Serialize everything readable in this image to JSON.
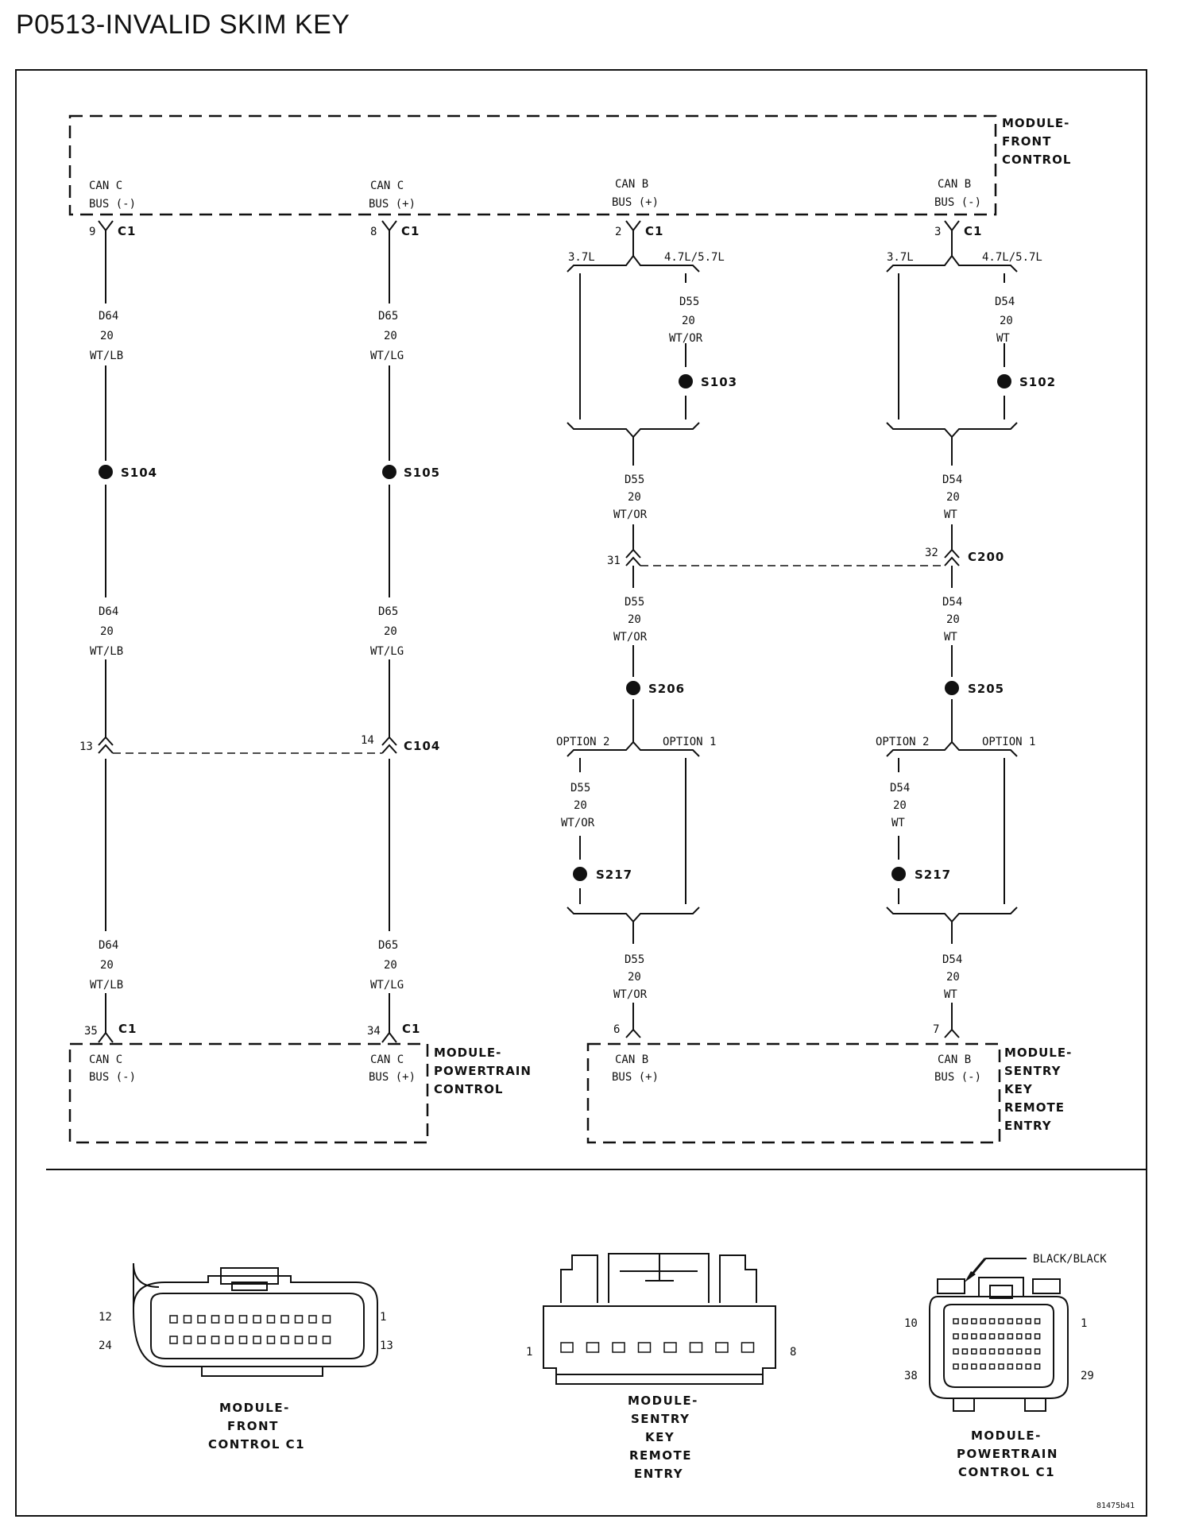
{
  "title": "P0513-INVALID SKIM KEY",
  "figure_code": "81475b41",
  "modules": {
    "front_control": {
      "line1": "MODULE-",
      "line2": "FRONT",
      "line3": "CONTROL"
    },
    "powertrain": {
      "line1": "MODULE-",
      "line2": "POWERTRAIN",
      "line3": "CONTROL"
    },
    "sentry": {
      "line1": "MODULE-",
      "line2": "SENTRY",
      "line3": "KEY",
      "line4": "REMOTE",
      "line5": "ENTRY"
    }
  },
  "pins": {
    "fc_can_c_neg": {
      "line1": "CAN C",
      "line2": "BUS (-)"
    },
    "fc_can_c_pos": {
      "line1": "CAN C",
      "line2": "BUS (+)"
    },
    "fc_can_b_pos": {
      "line1": "CAN B",
      "line2": "BUS (+)"
    },
    "fc_can_b_neg": {
      "line1": "CAN B",
      "line2": "BUS (-)"
    },
    "pcm_can_c_neg": {
      "line1": "CAN C",
      "line2": "BUS (-)"
    },
    "pcm_can_c_pos": {
      "line1": "CAN C",
      "line2": "BUS (+)"
    },
    "skre_can_b_pos": {
      "line1": "CAN B",
      "line2": "BUS (+)"
    },
    "skre_can_b_neg": {
      "line1": "CAN B",
      "line2": "BUS (-)"
    }
  },
  "connectors": {
    "c1": "C1",
    "c104": "C104",
    "c200": "C200"
  },
  "pin_numbers": {
    "p9": "9",
    "p8": "8",
    "p2": "2",
    "p3": "3",
    "p13": "13",
    "p14": "14",
    "p31": "31",
    "p32": "32",
    "p35": "35",
    "p34": "34",
    "p6": "6",
    "p7": "7"
  },
  "splices": {
    "s104": "S104",
    "s105": "S105",
    "s103": "S103",
    "s102": "S102",
    "s206": "S206",
    "s205": "S205",
    "s217": "S217"
  },
  "branches": {
    "l37": "3.7L",
    "l47_57": "4.7L/5.7L",
    "option1": "OPTION 1",
    "option2": "OPTION 2"
  },
  "wires": {
    "d64": {
      "circuit": "D64",
      "gauge": "20",
      "color": "WT/LB"
    },
    "d65": {
      "circuit": "D65",
      "gauge": "20",
      "color": "WT/LG"
    },
    "d55": {
      "circuit": "D55",
      "gauge": "20",
      "color": "WT/OR"
    },
    "d54": {
      "circuit": "D54",
      "gauge": "20",
      "color": "WT"
    }
  },
  "connector_views": {
    "fcm": {
      "line1": "MODULE-",
      "line2": "FRONT",
      "line3": "CONTROL C1",
      "pin_tl": "12",
      "pin_bl": "24",
      "pin_tr": "1",
      "pin_br": "13"
    },
    "skre": {
      "line1": "MODULE-",
      "line2": "SENTRY",
      "line3": "KEY",
      "line4": "REMOTE",
      "line5": "ENTRY",
      "pin_l": "1",
      "pin_r": "8"
    },
    "pcm": {
      "line1": "MODULE-",
      "line2": "POWERTRAIN",
      "line3": "CONTROL C1",
      "pin_tl": "10",
      "pin_bl": "38",
      "pin_tr": "1",
      "pin_br": "29",
      "callout": "BLACK/BLACK"
    }
  }
}
